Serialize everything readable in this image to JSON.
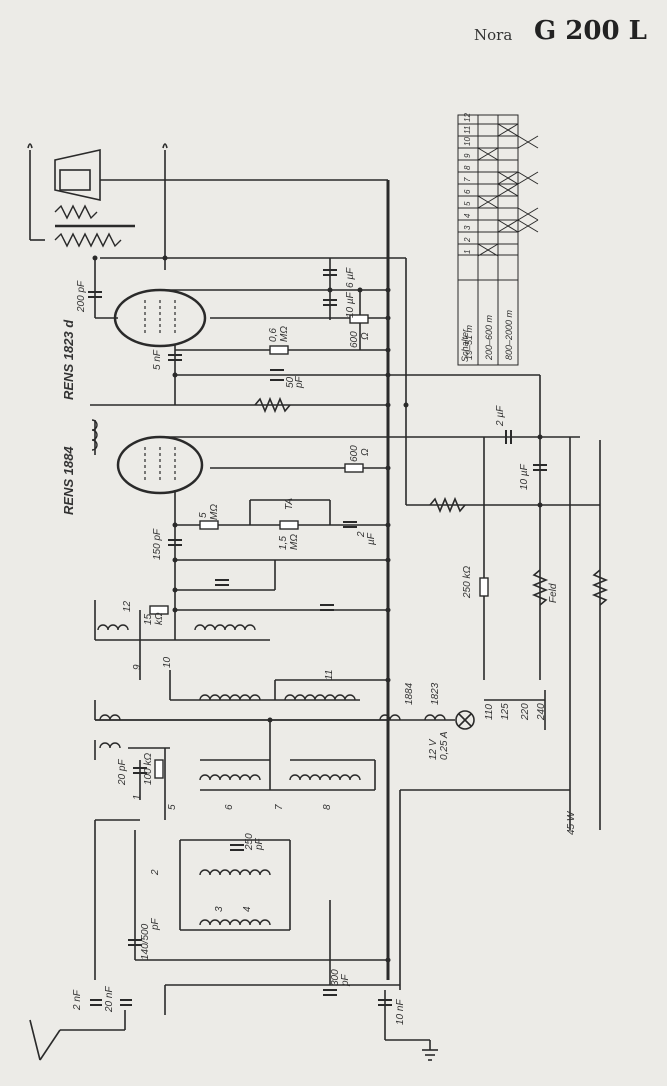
{
  "header": {
    "brand": "Nora",
    "model": "G 200 L"
  },
  "tubes": [
    {
      "label": "RENS 1823 d"
    },
    {
      "label": "RENS 1884"
    }
  ],
  "components": {
    "c200pF": "200 pF",
    "c6uF": "6 µF",
    "c10uF_a": "10 µF",
    "r600_a": "600",
    "ohm": "Ω",
    "r06M": "0,6",
    "mohm": "MΩ",
    "c5nF": "5 nF",
    "c50pF": "50",
    "pF": "pF",
    "c2uF": "2 µF",
    "c10uF_b": "10 µF",
    "r600_b": "600",
    "r5M": "5",
    "ta": "TA",
    "r15M": "1,5",
    "c2uF_b": "2",
    "uF": "µF",
    "c150pF": "150 pF",
    "r250k": "250 kΩ",
    "feld": "Feld",
    "r15k": "15",
    "kohm": "kΩ",
    "c20pF": "20 pF",
    "r100k": "100 kΩ",
    "c250pF": "250",
    "c140_500": "140/500",
    "c2nF": "2 nF",
    "c20nF": "20 nF",
    "c300pF": "300",
    "c10nF": "10 nF",
    "lamp_v": "12 V",
    "lamp_a": "0,25 A",
    "mains_power": "45 W",
    "heater_1884": "1884",
    "heater_1823": "1823",
    "taps": [
      "110",
      "125",
      "220",
      "240"
    ],
    "switch_numbers": [
      "1",
      "2",
      "3",
      "4",
      "5",
      "6",
      "7",
      "8",
      "9",
      "10",
      "11",
      "12"
    ]
  },
  "switch_table": {
    "header": "Schalter",
    "columns": [
      "1",
      "2",
      "3",
      "4",
      "5",
      "6",
      "7",
      "8",
      "9",
      "10",
      "11",
      "12"
    ],
    "rows": [
      {
        "band": "19–51",
        "unit": "m",
        "closed": [
          1,
          5,
          9
        ]
      },
      {
        "band": "200–600",
        "unit": "m",
        "closed": [
          3,
          6,
          7,
          11
        ]
      },
      {
        "band": "800–2000",
        "unit": "m",
        "closed": [
          3,
          4,
          7,
          10
        ]
      }
    ]
  }
}
